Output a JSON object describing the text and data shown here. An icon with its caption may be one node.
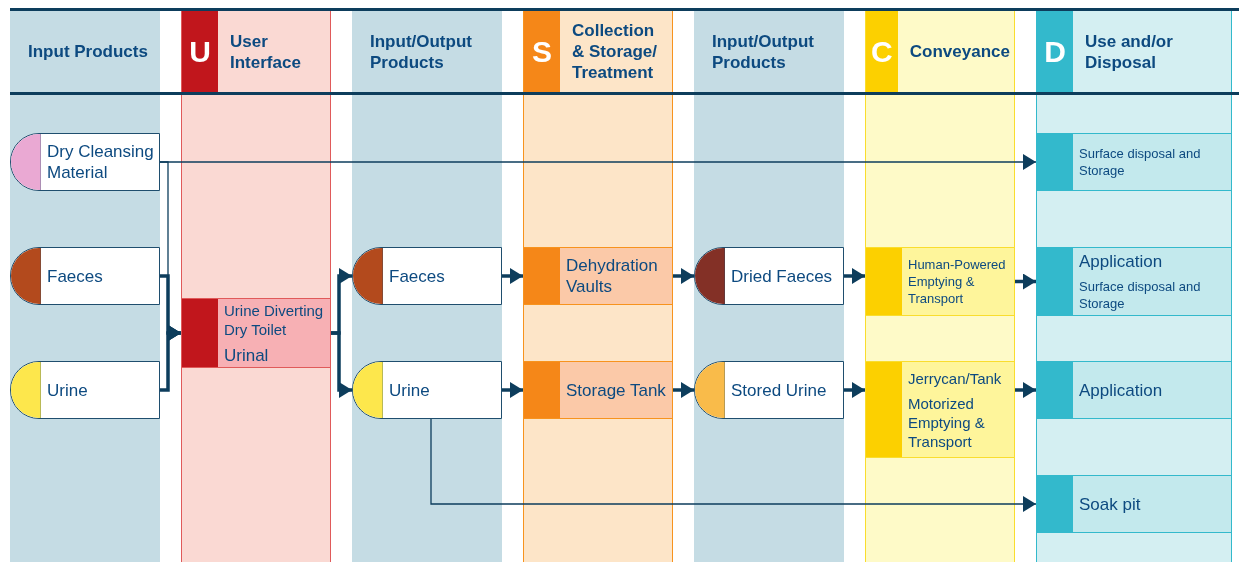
{
  "diagram": {
    "nodes": [
      {
        "text": [
          "Input Products"
        ]
      },
      {
        "text": [
          "U",
          "User Interface"
        ]
      },
      {
        "text": [
          "Input/Output Products"
        ]
      },
      {
        "text": [
          "S",
          "Collection & Storage/ Treatment"
        ]
      },
      {
        "text": [
          "Input/Output Products"
        ]
      },
      {
        "text": [
          "C",
          "Conveyance"
        ]
      },
      {
        "text": [
          "D",
          "Use and/or Disposal"
        ]
      },
      {
        "text": [
          "Dry Cleansing Material"
        ],
        "in": 0
      },
      {
        "text": [
          "Faeces"
        ],
        "in": 0
      },
      {
        "text": [
          "Urine"
        ],
        "in": 0
      },
      {
        "text": [
          "Urine Diverting Dry Toilet",
          "Urinal"
        ],
        "in": 1
      },
      {
        "text": [
          "Faeces"
        ],
        "in": 2
      },
      {
        "text": [
          "Urine"
        ],
        "in": 2
      },
      {
        "text": [
          "Dehydration Vaults"
        ],
        "in": 3
      },
      {
        "text": [
          "Storage Tank"
        ],
        "in": 3
      },
      {
        "text": [
          "Dried Faeces"
        ],
        "in": 4
      },
      {
        "text": [
          "Stored Urine"
        ],
        "in": 4
      },
      {
        "text": [
          "Human-Powered Emptying & Transport"
        ],
        "in": 5
      },
      {
        "text": [
          "Jerrycan/Tank",
          "Motorized Emptying & Transport"
        ],
        "in": 5
      },
      {
        "text": [
          "Surface disposal and Storage"
        ],
        "in": 6
      },
      {
        "text": [
          "Application",
          "Surface disposal and Storage"
        ],
        "in": 6
      },
      {
        "text": [
          "Application"
        ],
        "in": 6
      },
      {
        "text": [
          "Soak pit"
        ],
        "in": 6
      }
    ],
    "edges": [
      {
        "from": 7,
        "to": 19,
        "arrow": "to"
      },
      {
        "from": 7,
        "to": 10,
        "arrow": "to"
      },
      {
        "from": 8,
        "to": 10,
        "arrow": "to"
      },
      {
        "from": 9,
        "to": 10,
        "arrow": "to"
      },
      {
        "from": 10,
        "to": 11,
        "arrow": "to"
      },
      {
        "from": 10,
        "to": 12,
        "arrow": "to"
      },
      {
        "from": 11,
        "to": 13,
        "arrow": "to"
      },
      {
        "from": 12,
        "to": 14,
        "arrow": "to"
      },
      {
        "from": 13,
        "to": 15,
        "arrow": "to"
      },
      {
        "from": 14,
        "to": 16,
        "arrow": "to"
      },
      {
        "from": 15,
        "to": 17,
        "arrow": "to"
      },
      {
        "from": 16,
        "to": 18,
        "arrow": "to"
      },
      {
        "from": 17,
        "to": 20,
        "arrow": "to"
      },
      {
        "from": 18,
        "to": 21,
        "arrow": "to"
      },
      {
        "from": 12,
        "to": 22,
        "arrow": "to"
      }
    ]
  }
}
